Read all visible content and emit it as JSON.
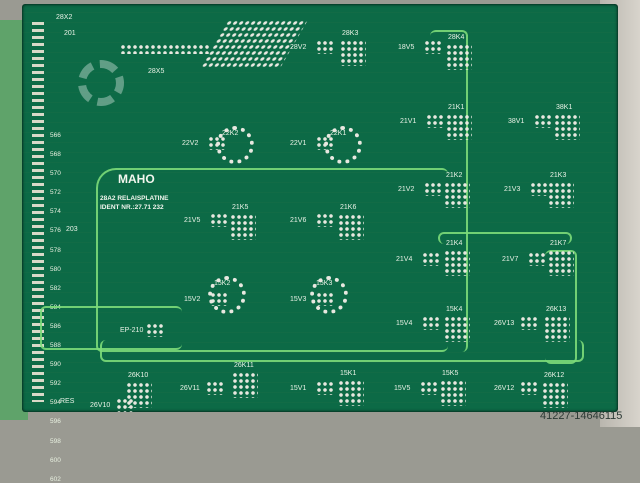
{
  "board": {
    "title": "MAHO",
    "subtitle": "28A2 RELAISPLATINE",
    "ident": "IDENT NR.:27.71 232",
    "connector_labels": [
      "28X2",
      "201",
      "28X5",
      "203",
      "RES"
    ],
    "pin_numbers": [
      "566",
      "568",
      "570",
      "572",
      "574",
      "576",
      "578",
      "580",
      "582",
      "584",
      "586",
      "588",
      "590",
      "592",
      "594",
      "596",
      "598",
      "600",
      "602"
    ],
    "components": [
      "28V2",
      "28K3",
      "18V5",
      "28K4",
      "22V2",
      "22K2",
      "22V1",
      "22K1",
      "21V1",
      "21K1",
      "38V1",
      "38K1",
      "21V2",
      "21K2",
      "21V3",
      "21K3",
      "21V5",
      "21K5",
      "21V6",
      "21K6",
      "21V4",
      "21K4",
      "21V7",
      "21K7",
      "15V2",
      "15K2",
      "15V3",
      "15K3",
      "15V4",
      "15K4",
      "26V13",
      "26K13",
      "26K10",
      "26V11",
      "26K11",
      "15V1",
      "15K1",
      "15V5",
      "15K5",
      "26V12",
      "26K12",
      "26V10",
      "EP-210"
    ]
  },
  "watermark": "41227-14646115"
}
